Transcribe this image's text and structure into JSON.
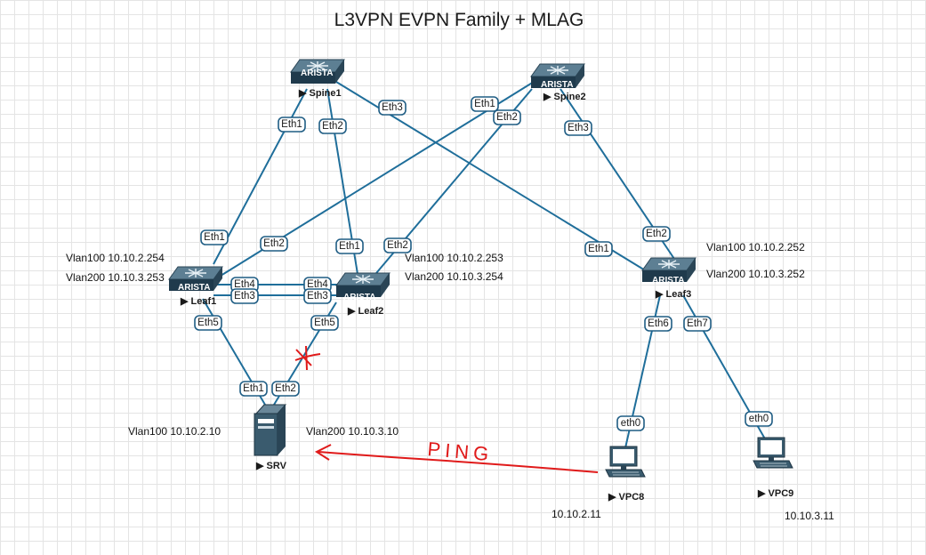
{
  "title": "L3VPN EVPN Family + MLAG",
  "brand": "ARISTA",
  "devices": {
    "spine1": "Spine1",
    "spine2": "Spine2",
    "leaf1": "Leaf1",
    "leaf2": "Leaf2",
    "leaf3": "Leaf3",
    "srv": "SRV",
    "vpc8": "VPC8",
    "vpc9": "VPC9"
  },
  "ports": {
    "spine1_eth1": "Eth1",
    "spine1_eth2": "Eth2",
    "spine1_eth3": "Eth3",
    "spine2_eth1": "Eth1",
    "spine2_eth2": "Eth2",
    "spine2_eth3": "Eth3",
    "leaf1_eth1": "Eth1",
    "leaf1_eth2": "Eth2",
    "leaf1_eth4": "Eth4",
    "leaf1_eth3": "Eth3",
    "leaf1_eth5": "Eth5",
    "leaf2_eth1": "Eth1",
    "leaf2_eth2": "Eth2",
    "leaf2_eth4": "Eth4",
    "leaf2_eth3": "Eth3",
    "leaf2_eth5": "Eth5",
    "leaf3_eth1": "Eth1",
    "leaf3_eth2": "Eth2",
    "leaf3_eth6": "Eth6",
    "leaf3_eth7": "Eth7",
    "srv_eth1": "Eth1",
    "srv_eth2": "Eth2",
    "vpc8_eth0": "eth0",
    "vpc9_eth0": "eth0"
  },
  "annotations": {
    "leaf1_vlan100": "Vlan100 10.10.2.254",
    "leaf1_vlan200": "Vlan200 10.10.3.253",
    "leaf2_vlan100": "Vlan100 10.10.2.253",
    "leaf2_vlan200": "Vlan200 10.10.3.254",
    "leaf3_vlan100": "Vlan100 10.10.2.252",
    "leaf3_vlan200": "Vlan200 10.10.3.252",
    "srv_vlan100": "Vlan100 10.10.2.10",
    "srv_vlan200": "Vlan200 10.10.3.10",
    "vpc8_ip": "10.10.2.11",
    "vpc9_ip": "10.10.3.11",
    "ping": "PING"
  },
  "colors": {
    "link": "#1f6e9a",
    "switch": "#2e4d60",
    "ping": "#e01a1a"
  }
}
